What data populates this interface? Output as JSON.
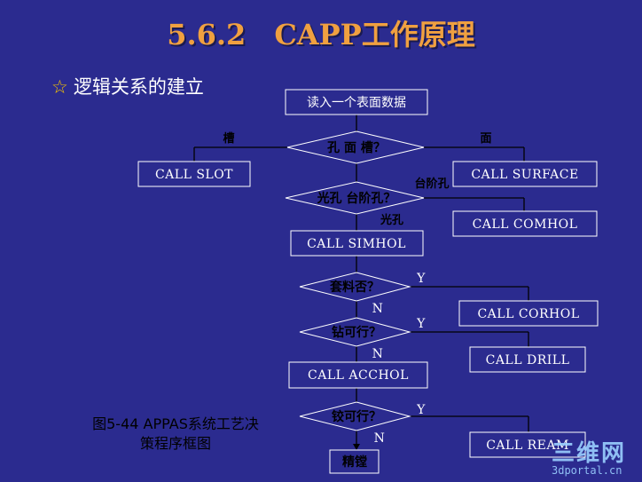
{
  "slide": {
    "title": "5.6.2　CAPP工作原理",
    "subtitle": "逻辑关系的建立",
    "caption_line1": "图5-44  APPAS系统工艺决",
    "caption_line2": "策程序框图"
  },
  "flow": {
    "start": "读入一个表面数据",
    "d1": "孔 面 槽？",
    "d1_left": "槽",
    "d1_right": "面",
    "slot": "CALL  SLOT",
    "surface": "CALL  SURFACE",
    "d2": "光孔 台阶孔？",
    "d2_right": "台阶孔",
    "d2_down": "光孔",
    "comhol": "CALL  COMHOL",
    "simhol": "CALL  SIMHOL",
    "d3": "套料否？",
    "y1": "Y",
    "n1": "N",
    "corhol": "CALL  CORHOL",
    "d4": "钻可行？",
    "y2": "Y",
    "n2": "N",
    "drill": "CALL  DRILL",
    "acchol": "CALL  ACCHOL",
    "d5": "铰可行？",
    "y3": "Y",
    "n3": "N",
    "ream": "CALL  REAM",
    "end": "精镗"
  },
  "watermark": {
    "line1": "三维网",
    "line2": "3dportal.cn"
  }
}
